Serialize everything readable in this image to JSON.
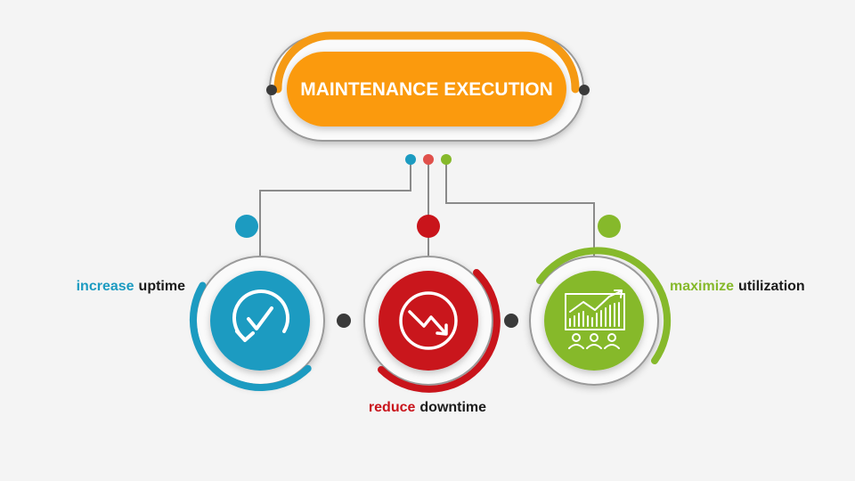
{
  "title": "MAINTENANCE EXECUTION",
  "colors": {
    "background": "#f4f4f4",
    "title_fill": "#fb9a0f",
    "title_ring": "#f59a14",
    "blue": "#1c9bc1",
    "red": "#c9141b",
    "green": "#86b92b",
    "connector": "#8a8a8a",
    "node_dot": "#3a3a3a"
  },
  "items": [
    {
      "keyword": "increase",
      "rest": "uptime",
      "color": "#1c9bc1",
      "icon": "refresh-check-icon"
    },
    {
      "keyword": "reduce",
      "rest": "downtime",
      "color": "#c9141b",
      "icon": "trend-down-icon"
    },
    {
      "keyword": "maximize",
      "rest": "utilization",
      "color": "#86b92b",
      "icon": "growth-chart-people-icon"
    }
  ]
}
